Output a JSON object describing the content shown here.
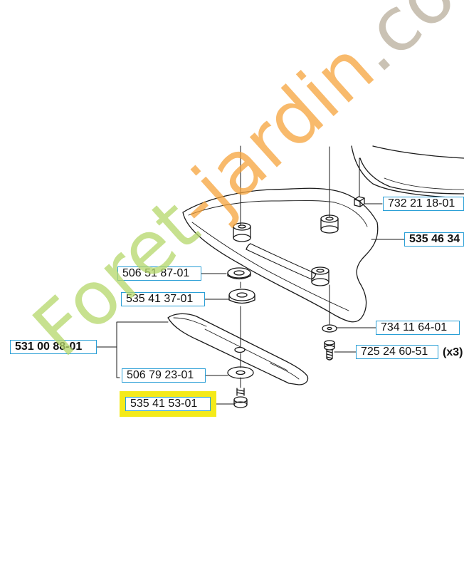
{
  "parts": {
    "p7322118": "732 21 18-01",
    "p5354634": "535 46 34",
    "p5065187": "506 51 87-01",
    "p5354137": "535 41 37-01",
    "p7341164": "734 11 64-01",
    "p5310088": "531 00 88-01",
    "p7252460": "725 24 60-51",
    "p7252460_qty": "(x3)",
    "p5067923": "506 79 23-01",
    "p5354153": "535 41 53-01"
  },
  "watermark": {
    "text_green": "Foret",
    "text_orange": "-jardin",
    "text_gray": ".com"
  },
  "colors": {
    "label_border": "#2a9fd6",
    "highlight": "#f4ea1a",
    "watermark_green": "#b5d76a",
    "watermark_orange": "#f6a43c",
    "watermark_gray": "#b9ae9c"
  }
}
